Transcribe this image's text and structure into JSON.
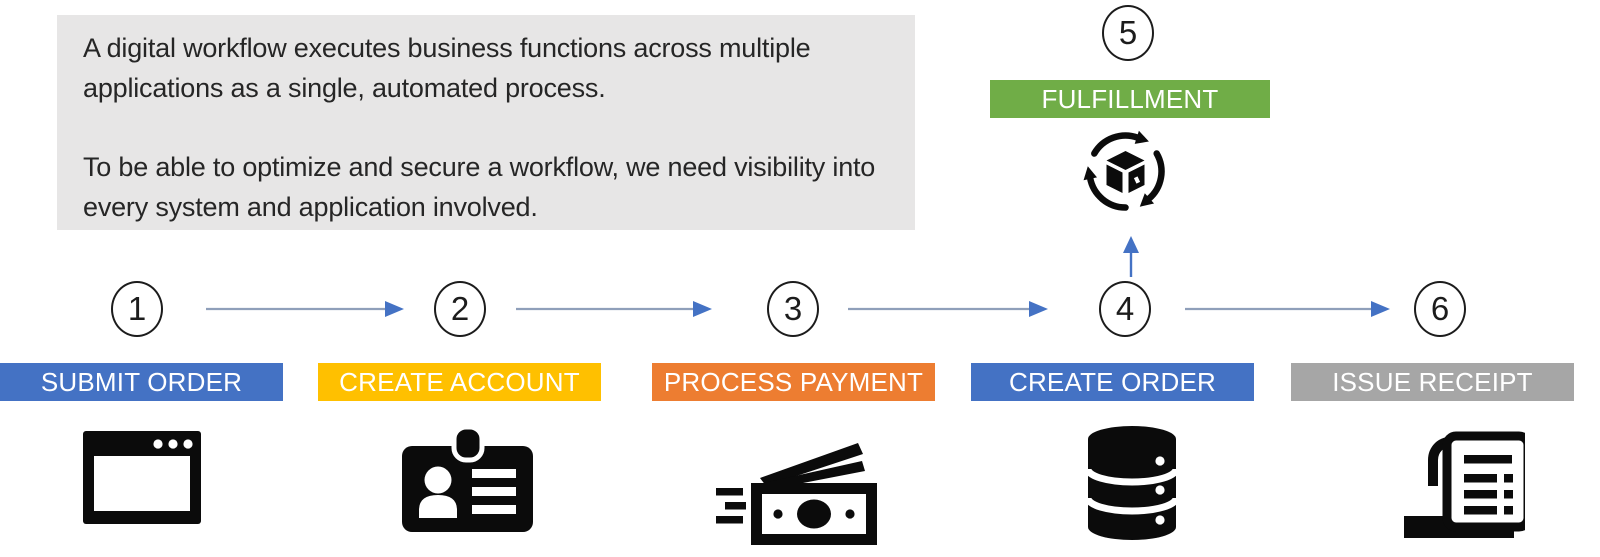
{
  "slide": {
    "info_box": {
      "paragraph1": "A digital workflow executes business functions across multiple applications as a single, automated process.",
      "paragraph2": "To be able to optimize and secure a workflow, we need visibility into every system and application involved."
    }
  },
  "steps": [
    {
      "number": "1",
      "label": "SUBMIT ORDER",
      "color": "#4472c4",
      "icon": "browser-window-icon"
    },
    {
      "number": "2",
      "label": "CREATE ACCOUNT",
      "color": "#ffc000",
      "icon": "id-card-icon"
    },
    {
      "number": "3",
      "label": "PROCESS PAYMENT",
      "color": "#ed7d31",
      "icon": "money-icon"
    },
    {
      "number": "4",
      "label": "CREATE ORDER",
      "color": "#4472c4",
      "icon": "database-icon"
    },
    {
      "number": "5",
      "label": "FULFILLMENT",
      "color": "#70ad47",
      "icon": "package-cycle-icon"
    },
    {
      "number": "6",
      "label": "ISSUE RECEIPT",
      "color": "#a6a6a6",
      "icon": "receipt-icon"
    }
  ],
  "colors": {
    "arrow_line": "#8f9fba",
    "arrow_head": "#4472c4",
    "info_box_bg": "#e7e6e6",
    "icon_black": "#0b0b0b"
  }
}
